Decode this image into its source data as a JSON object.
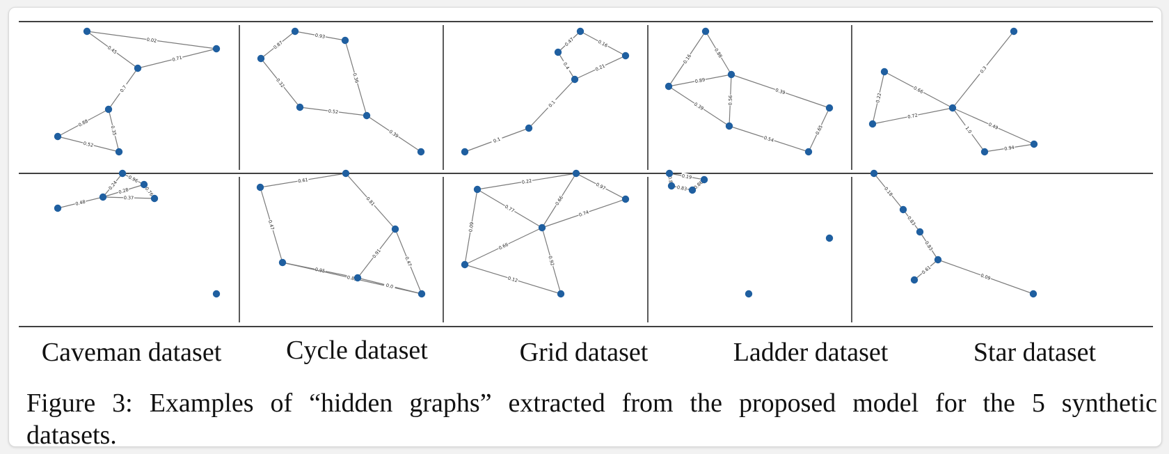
{
  "figure": {
    "caption_line1": "Figure 3: Examples of “hidden graphs” extracted from the proposed model for the 5 synthetic",
    "caption_line2": "datasets.",
    "datasets": [
      "Caveman dataset",
      "Cycle dataset",
      "Grid dataset",
      "Ladder dataset",
      "Star dataset"
    ]
  },
  "colors": {
    "node": "#1f5fa0",
    "edge": "#7a7a7a",
    "rule": "#000000"
  },
  "graphs": [
    {
      "id": "caveman-top",
      "edges": [
        [
          "a",
          "b",
          "0.02"
        ],
        [
          "a",
          "c",
          "0.45"
        ],
        [
          "b",
          "c",
          "0.71"
        ],
        [
          "c",
          "d",
          "0.7"
        ],
        [
          "d",
          "e",
          "0.88"
        ],
        [
          "d",
          "f",
          "0.35"
        ],
        [
          "e",
          "f",
          "0.52"
        ]
      ]
    },
    {
      "id": "cycle-top",
      "edges": [
        [
          "a",
          "b",
          "0.93"
        ],
        [
          "a",
          "c",
          "0.87"
        ],
        [
          "b",
          "d",
          "0.36"
        ],
        [
          "c",
          "e",
          "0.32"
        ],
        [
          "e",
          "d",
          "0.52"
        ],
        [
          "d",
          "f",
          "0.39"
        ]
      ]
    },
    {
      "id": "grid-top",
      "edges": [
        [
          "a",
          "b",
          "0.47"
        ],
        [
          "a",
          "c",
          "0.16"
        ],
        [
          "b",
          "d",
          "0.4"
        ],
        [
          "c",
          "d",
          "0.21"
        ],
        [
          "d",
          "e",
          "0.1"
        ],
        [
          "e",
          "f",
          "0.1"
        ]
      ]
    },
    {
      "id": "ladder-top",
      "edges": [
        [
          "a",
          "b",
          "0.16"
        ],
        [
          "a",
          "c",
          "0.88"
        ],
        [
          "b",
          "c",
          "0.89"
        ],
        [
          "b",
          "d",
          "0.39"
        ],
        [
          "c",
          "d",
          "0.56"
        ],
        [
          "c",
          "e",
          "0.39"
        ],
        [
          "d",
          "f",
          "0.54"
        ],
        [
          "e",
          "f",
          "0.65"
        ]
      ]
    },
    {
      "id": "star-top",
      "edges": [
        [
          "a",
          "c",
          "0.3"
        ],
        [
          "b",
          "c",
          "0.66"
        ],
        [
          "b",
          "d",
          "0.22"
        ],
        [
          "d",
          "c",
          "0.72"
        ],
        [
          "c",
          "e",
          "0.49"
        ],
        [
          "c",
          "f",
          "1.0"
        ],
        [
          "f",
          "e",
          "0.94"
        ]
      ]
    },
    {
      "id": "caveman-bottom",
      "edges": [
        [
          "a",
          "b",
          "0.96"
        ],
        [
          "a",
          "d",
          "0.24"
        ],
        [
          "b",
          "c",
          "0.76"
        ],
        [
          "b",
          "d",
          "0.28"
        ],
        [
          "d",
          "c",
          "0.37"
        ],
        [
          "e",
          "d",
          "0.48"
        ]
      ]
    },
    {
      "id": "cycle-bottom",
      "edges": [
        [
          "a",
          "b",
          "0.61"
        ],
        [
          "b",
          "c",
          "0.81"
        ],
        [
          "a",
          "d",
          "0.47"
        ],
        [
          "c",
          "e",
          "0.91"
        ],
        [
          "c",
          "f",
          "0.47"
        ],
        [
          "d",
          "e",
          "0.95"
        ],
        [
          "d",
          "f",
          "0.83"
        ],
        [
          "e",
          "f",
          "0.0"
        ]
      ]
    },
    {
      "id": "grid-bottom",
      "edges": [
        [
          "a",
          "b",
          "0.22"
        ],
        [
          "b",
          "c",
          "0.97"
        ],
        [
          "a",
          "d",
          "0.77"
        ],
        [
          "b",
          "d",
          "0.66"
        ],
        [
          "c",
          "d",
          "0.74"
        ],
        [
          "a",
          "e",
          "0.09"
        ],
        [
          "d",
          "e",
          "0.66"
        ],
        [
          "e",
          "f",
          "0.12"
        ],
        [
          "d",
          "f",
          "0.92"
        ]
      ]
    },
    {
      "id": "ladder-bottom",
      "edges": [
        [
          "a",
          "b",
          "0.19"
        ],
        [
          "a",
          "c",
          "0.8"
        ],
        [
          "c",
          "d",
          "0.83"
        ],
        [
          "b",
          "d",
          "0.86"
        ]
      ]
    },
    {
      "id": "star-bottom",
      "edges": [
        [
          "a",
          "b",
          "0.18"
        ],
        [
          "b",
          "c",
          "0.83"
        ],
        [
          "c",
          "d",
          "0.83"
        ],
        [
          "d",
          "e",
          "0.61"
        ],
        [
          "d",
          "f",
          "0.09"
        ]
      ]
    }
  ]
}
